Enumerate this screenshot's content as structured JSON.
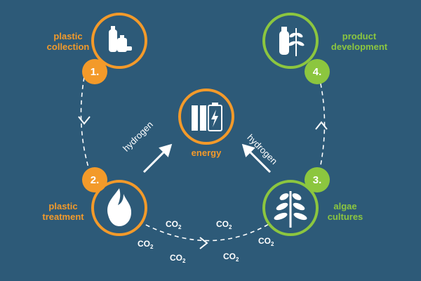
{
  "colors": {
    "background": "#2d5a78",
    "orange": "#f39a2a",
    "green": "#8cc63f",
    "white": "#ffffff"
  },
  "steps": [
    {
      "number": "1.",
      "label_line1": "plastic",
      "label_line2": "collection",
      "icon": "plastic-bottles-icon",
      "color": "orange"
    },
    {
      "number": "2.",
      "label_line1": "plastic",
      "label_line2": "treatment",
      "icon": "flame-icon",
      "color": "orange"
    },
    {
      "number": "3.",
      "label_line1": "algae",
      "label_line2": "cultures",
      "icon": "algae-icon",
      "color": "green"
    },
    {
      "number": "4.",
      "label_line1": "product",
      "label_line2": "development",
      "icon": "bottle-with-algae-icon",
      "color": "green"
    }
  ],
  "center": {
    "label": "energy",
    "icon": "battery-icon"
  },
  "flows": {
    "left_label": "hydrogen",
    "right_label": "hydrogen"
  },
  "co2": {
    "main": "CO",
    "subscript": "2"
  }
}
